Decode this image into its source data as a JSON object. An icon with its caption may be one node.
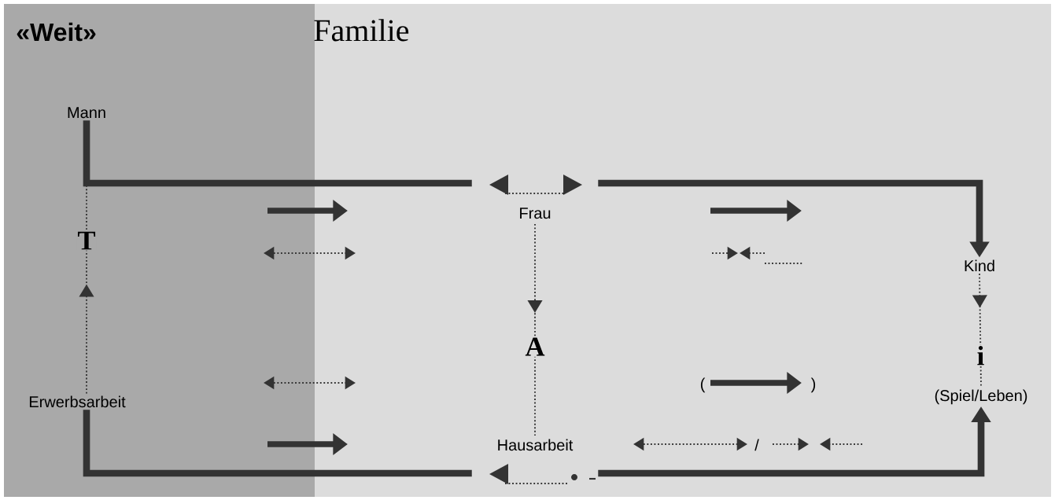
{
  "diagram": {
    "title": "«Weit»",
    "nodes": [
      {
        "text": [
          "Mann"
        ]
      },
      {
        "text": [
          "Kind"
        ]
      },
      {
        "text": [
          "Frau"
        ]
      },
      {
        "text": [
          "Erwerbsarbeit"
        ]
      },
      {
        "text": [
          "Hausarbeit"
        ]
      },
      {
        "text": [
          "(Spiel/Leben)"
        ]
      }
    ],
    "edges": [
      {
        "from": 0,
        "to": 2,
        "arrow": "none"
      },
      {
        "from": 2,
        "to": 1,
        "arrow": "to"
      },
      {
        "from": 3,
        "to": 0,
        "arrow": "to",
        "style": "dashed",
        "label": "T"
      },
      {
        "from": 2,
        "to": 4,
        "arrow": "to",
        "style": "dashed",
        "label": "A"
      },
      {
        "from": 1,
        "to": 5,
        "arrow": "to",
        "style": "dashed",
        "label": "i"
      },
      {
        "from": 3,
        "to": 4,
        "arrow": "none"
      },
      {
        "from": 4,
        "to": 5,
        "arrow": "to"
      }
    ],
    "labels": [
      "Familie",
      "(",
      ")",
      "/"
    ]
  }
}
